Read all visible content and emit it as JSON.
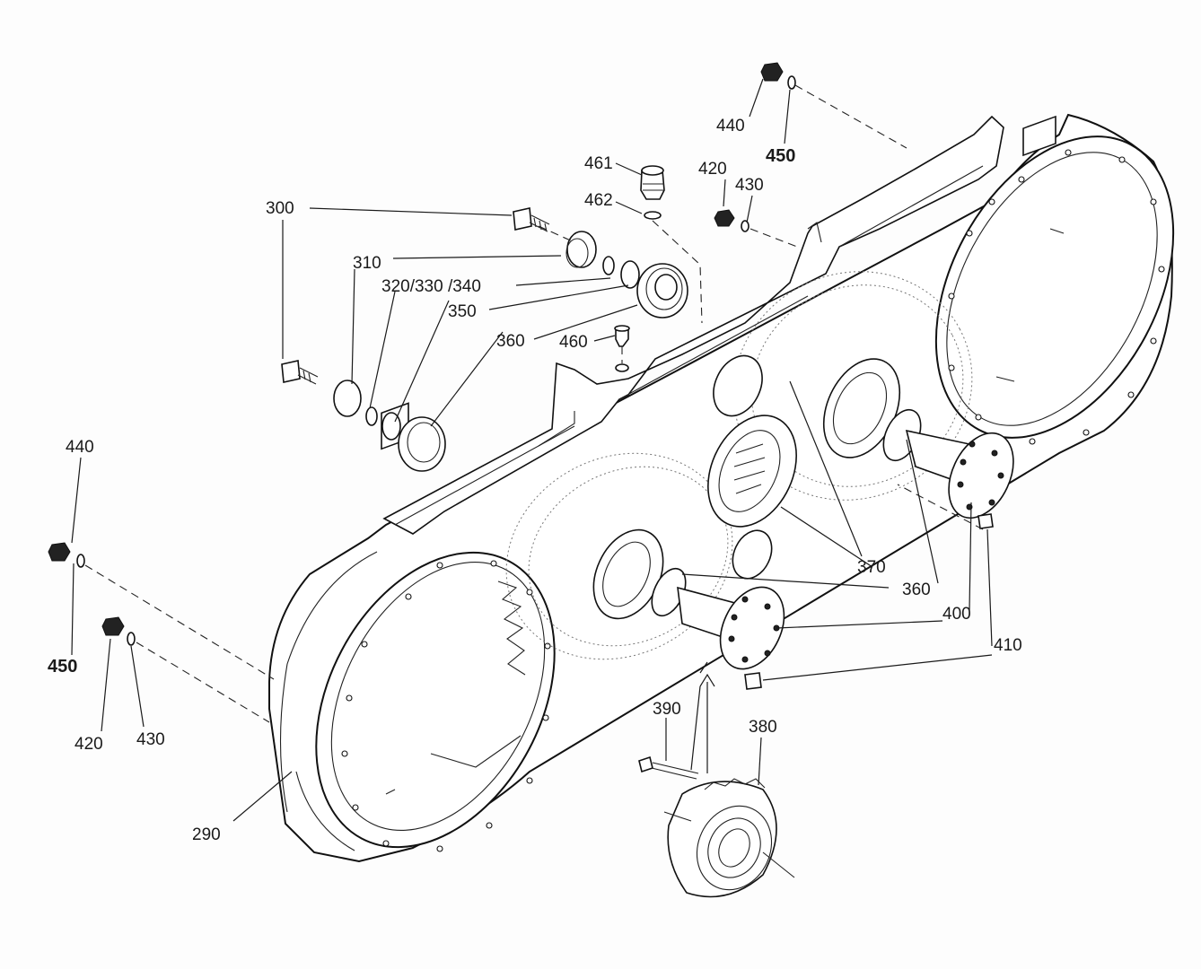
{
  "labels": {
    "l440a": "440",
    "l450a": "450",
    "l461": "461",
    "l462": "462",
    "l420a": "420",
    "l430a": "430",
    "l300": "300",
    "l310": "310",
    "l320": "320/330 /340",
    "l350": "350",
    "l360a": "360",
    "l460": "460",
    "l440b": "440",
    "l450b": "450",
    "l420b": "420",
    "l430b": "430",
    "l370": "370",
    "l360b": "360",
    "l400": "400",
    "l410": "410",
    "l390": "390",
    "l380": "380",
    "l290": "290"
  }
}
